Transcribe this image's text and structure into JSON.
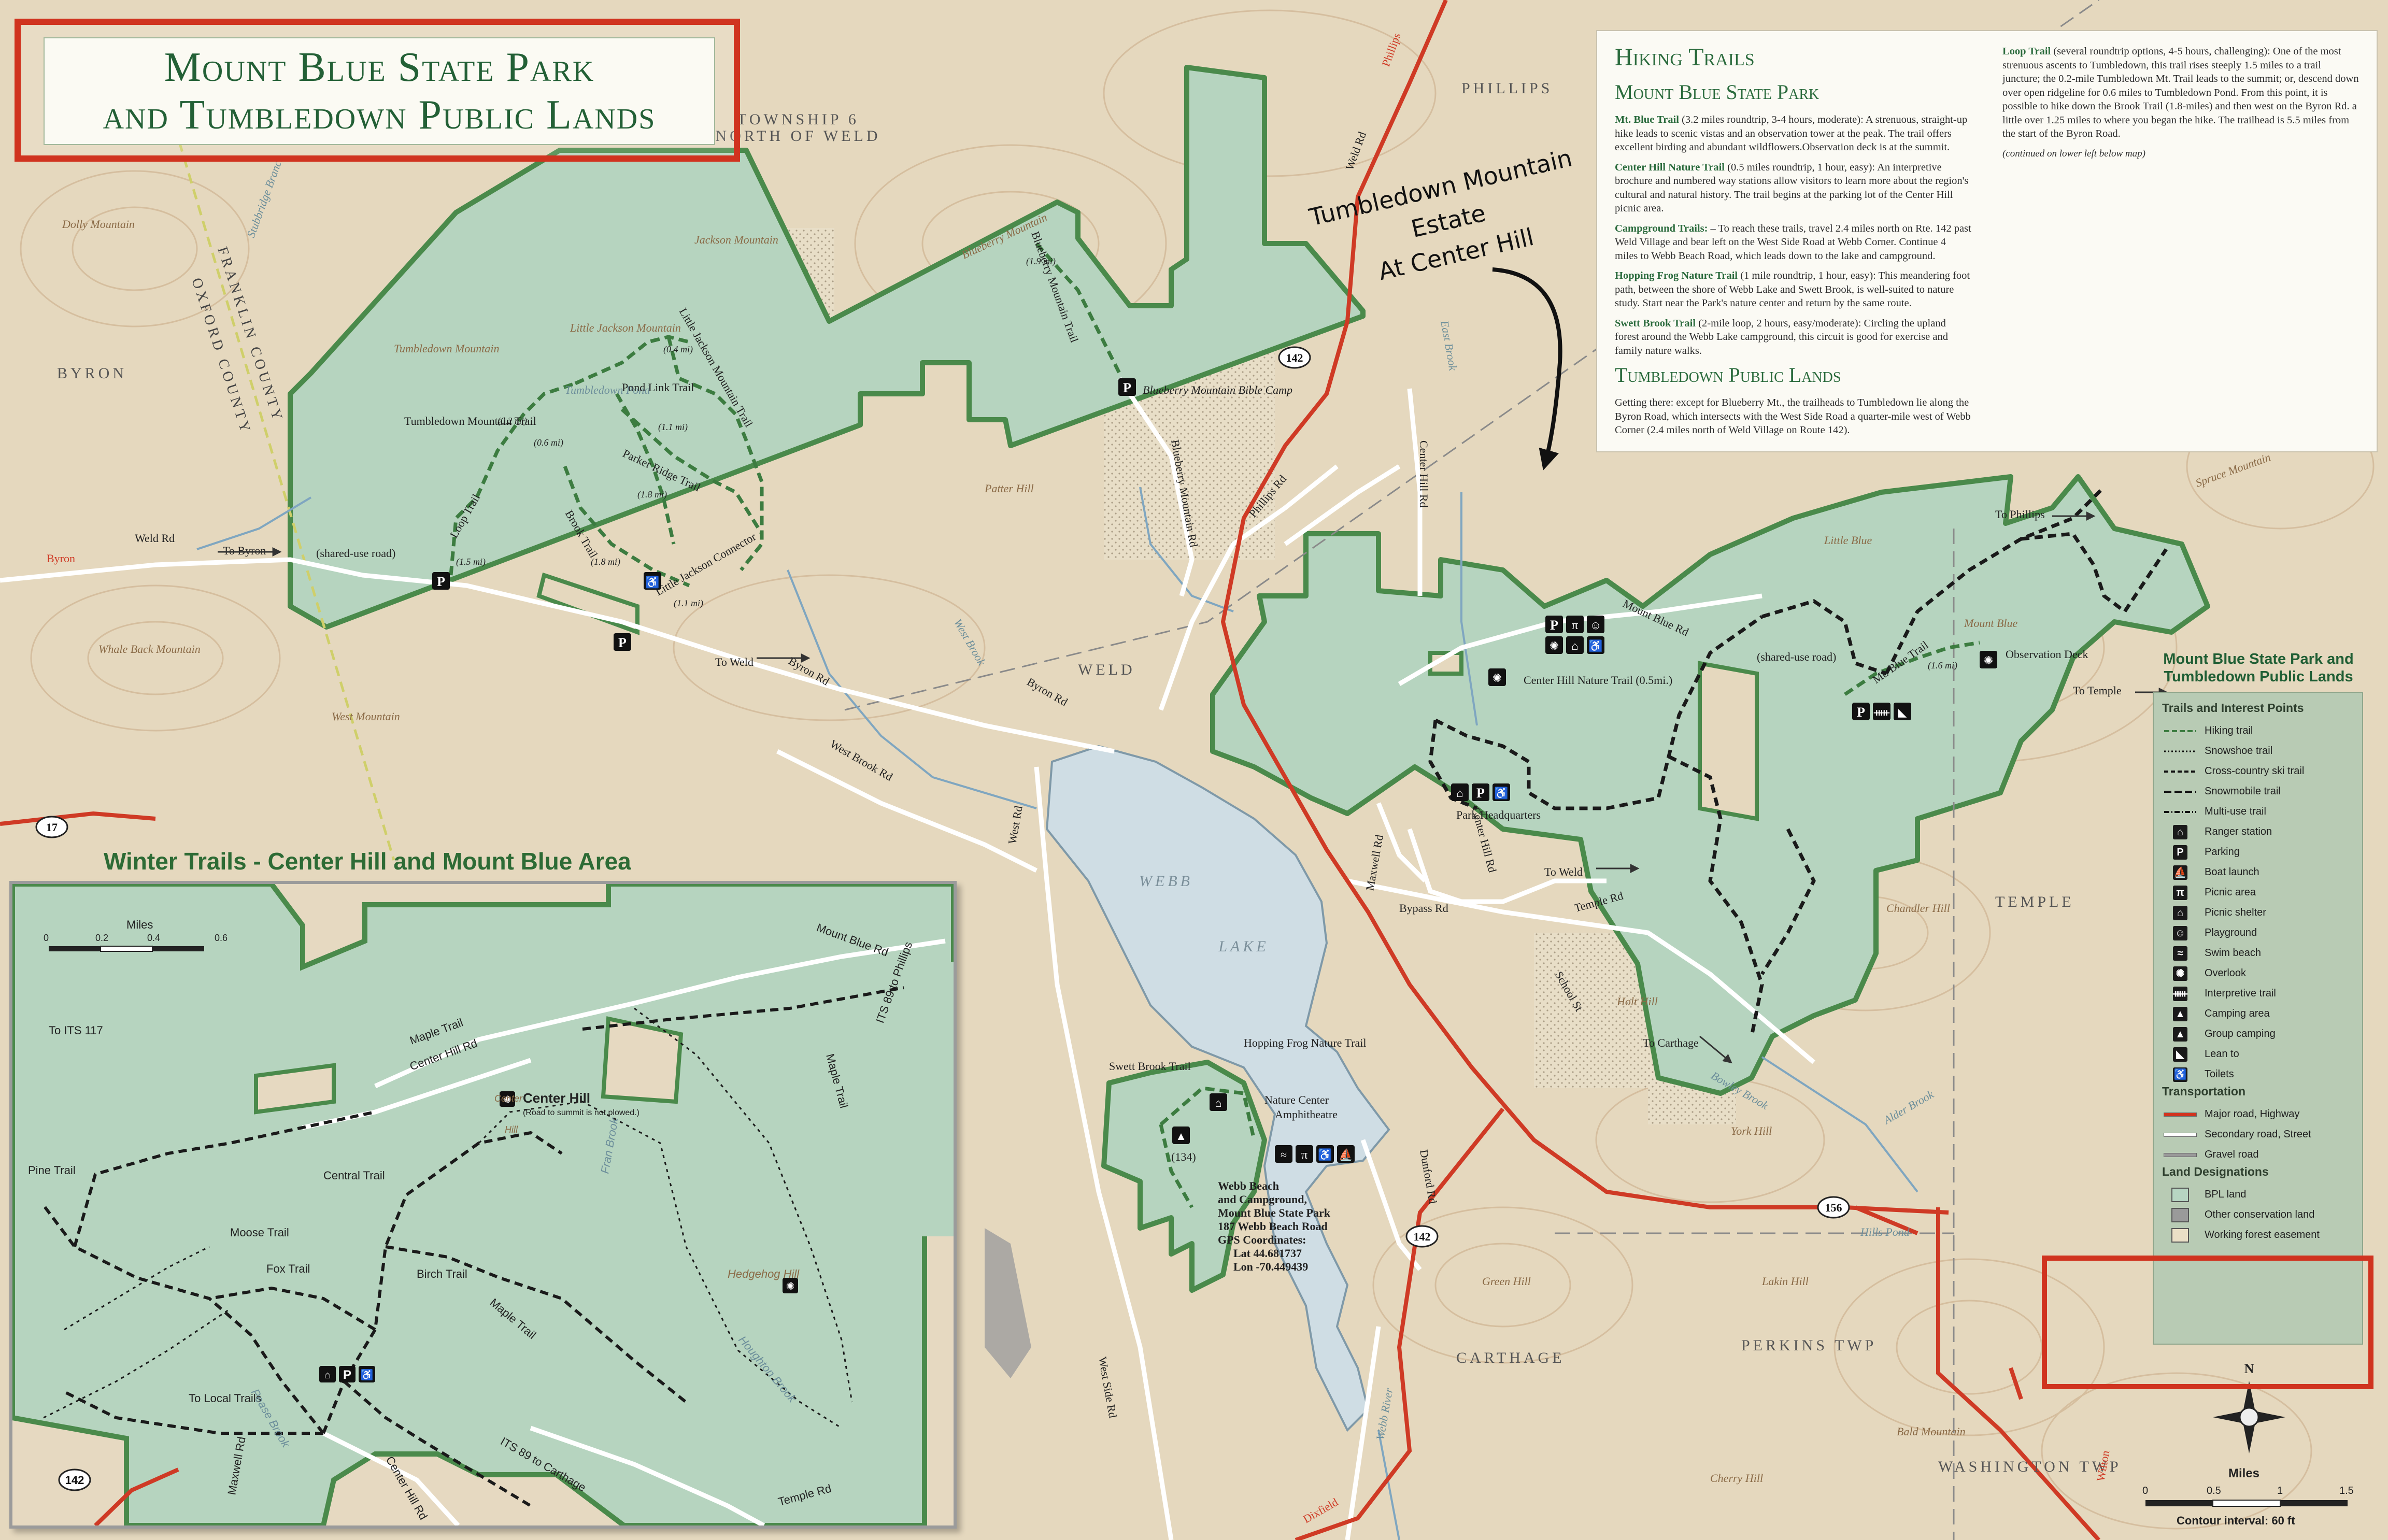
{
  "title": {
    "line1": "Mount Blue State Park",
    "line2": "and Tumbledown Public Lands"
  },
  "annotation": {
    "line1": "Tumbledown Mountain",
    "line2": "Estate",
    "line3": "At Center Hill"
  },
  "info": {
    "heading": "Hiking Trails",
    "mbsp_heading": "Mount Blue State Park",
    "tpl_heading": "Tumbledown Public Lands",
    "mt_blue_name": "Mt. Blue Trail",
    "mt_blue_text": " (3.2 miles roundtrip, 3-4 hours, moderate): A strenuous, straight-up hike leads to scenic vistas and an observation tower at the peak. The trail offers excellent birding and abundant wildflowers.Observation deck is at the summit.",
    "center_hill_name": "Center Hill Nature Trail",
    "center_hill_text": " (0.5 miles roundtrip, 1 hour, easy): An interpretive brochure and numbered way stations allow visitors to learn more about the region's cultural and natural history. The trail begins at the parking lot of the Center Hill picnic area.",
    "campground_name": "Campground Trails:",
    "campground_text": " – To reach these trails, travel 2.4 miles north on Rte. 142 past Weld Village and bear left on the West Side Road at Webb Corner. Continue 4 miles to Webb Beach Road, which leads down to the lake and campground.",
    "hopping_name": "Hopping Frog Nature Trail",
    "hopping_text": " (1 mile roundtrip, 1 hour, easy): This meandering foot path, between the shore of Webb Lake and Swett Brook, is well-suited to nature study. Start near the Park's nature center and return by the same route.",
    "swett_name": "Swett Brook Trail",
    "swett_text": " (2-mile loop, 2 hours, easy/moderate): Circling the upland forest around the Webb Lake campground, this circuit is good for exercise and family nature walks.",
    "getting_text": "Getting there: except for Blueberry Mt., the trailheads to Tumbledown lie along the Byron Road, which intersects with the West Side Road a quarter-mile west of Webb Corner (2.4 miles north of Weld Village on Route 142).",
    "loop_name": "Loop Trail",
    "loop_text": " (several roundtrip options, 4-5 hours, challenging): One of the most strenuous ascents to Tumbledown, this trail rises steeply 1.5 miles to a trail juncture; the 0.2-mile Tumbledown Mt. Trail leads to the summit; or, descend down over open ridgeline for 0.6 miles to Tumbledown Pond.  From this point, it is possible to hike down the Brook Trail (1.8-miles) and then west on the Byron Rd. a little over 1.25 miles to where you began the hike. The trailhead is 5.5 miles from the start of the Byron Road.",
    "continued": "(continued on lower left below map)"
  },
  "legend": {
    "title_line1": "Mount Blue State Park and",
    "title_line2": "Tumbledown Public Lands",
    "trails_heading": "Trails and Interest Points",
    "items": [
      {
        "label": "Hiking trail",
        "style": "green-dash"
      },
      {
        "label": "Snowshoe trail",
        "style": "dot"
      },
      {
        "label": "Cross-country ski trail",
        "style": "dash"
      },
      {
        "label": "Snowmobile trail",
        "style": "longdash"
      },
      {
        "label": "Multi-use trail",
        "style": "dashdot"
      },
      {
        "label": "Ranger station",
        "style": "icon",
        "glyph": "⌂"
      },
      {
        "label": "Parking",
        "style": "icon",
        "glyph": "P"
      },
      {
        "label": "Boat launch",
        "style": "icon",
        "glyph": "⛵"
      },
      {
        "label": "Picnic area",
        "style": "icon",
        "glyph": "π"
      },
      {
        "label": "Picnic shelter",
        "style": "icon",
        "glyph": "⌂"
      },
      {
        "label": "Playground",
        "style": "icon",
        "glyph": "☺"
      },
      {
        "label": "Swim beach",
        "style": "icon",
        "glyph": "≈"
      },
      {
        "label": "Overlook",
        "style": "icon",
        "glyph": "✺"
      },
      {
        "label": "Interpretive trail",
        "style": "icon",
        "glyph": "ᚔ"
      },
      {
        "label": "Camping area",
        "style": "icon",
        "glyph": "▲"
      },
      {
        "label": "Group camping",
        "style": "icon",
        "glyph": "▲"
      },
      {
        "label": "Lean to",
        "style": "icon",
        "glyph": "◣"
      },
      {
        "label": "Toilets",
        "style": "icon",
        "glyph": "♿"
      }
    ],
    "transport_heading": "Transportation",
    "transport": [
      {
        "label": "Major road, Highway",
        "color": "#d0331f"
      },
      {
        "label": "Secondary road, Street",
        "color": "#ffffff"
      },
      {
        "label": "Gravel road",
        "color": "#9a9a9a"
      }
    ],
    "land_heading": "Land Designations",
    "land": [
      {
        "label": "BPL land",
        "color": "#b7d5c2"
      },
      {
        "label": "Other conservation land",
        "color": "#9a9a9a"
      },
      {
        "label": "Working forest easement",
        "color": "#eadfc6"
      }
    ]
  },
  "scale": {
    "main_label": "Miles",
    "main_ticks": [
      "0",
      "0.5",
      "1",
      "1.5"
    ],
    "contour": "Contour interval: 60 ft",
    "inset_label": "Miles",
    "inset_ticks": [
      "0",
      "0.2",
      "0.4",
      "0.6"
    ],
    "north": "N"
  },
  "inset": {
    "title": "Winter  Trails - Center Hill and Mount Blue Area",
    "labels": {
      "mount_blue_rd": "Mount Blue Rd",
      "its89_phillips": "ITS 89 to Phillips",
      "its117": "To ITS 117",
      "maple_trail": "Maple Trail",
      "center_hill_rd": "Center Hill Rd",
      "center_hill": "Center Hill",
      "center_hill_note": "(Road to summit is not plowed.)",
      "pine_trail": "Pine Trail",
      "moose_trail": "Moose Trail",
      "central_trail": "Central Trail",
      "fox_trail": "Fox Trail",
      "birch_trail": "Birch Trail",
      "hedgehog_hill": "Hedgehog Hill",
      "to_local_trails": "To Local Trails",
      "maxwell_rd": "Maxwell Rd",
      "center_hill_rd2": "Center Hill Rd",
      "its89_carthage": "ITS 89 to Carthage",
      "temple_rd": "Temple Rd",
      "fran_brook": "Fran Brook",
      "houghton_brook": "Houghton Brook",
      "route142": "142",
      "center_label": "Center",
      "hill_label": "Hill",
      "pease_brook": "Pease Brook"
    }
  },
  "places": {
    "township6": "TOWNSHIP 6",
    "north_of_weld": "NORTH OF WELD",
    "phillips": "PHILLIPS",
    "byron": "BYRON",
    "weld": "WELD",
    "temple": "TEMPLE",
    "carthage": "CARTHAGE",
    "perkins": "PERKINS TWP",
    "washington": "WASHINGTON TWP",
    "franklin": "FRANKLIN COUNTY",
    "oxford": "OXFORD COUNTY",
    "webb": "WEBB",
    "lake": "LAKE"
  },
  "labels": {
    "blueberry_mountain": "Blueberry Mountain",
    "blueberry_trail": "Blueberry Mountain Trail",
    "blueberry_camp": "Blueberry Mountain Bible Camp",
    "blueberry_rd": "Blueberry Mountain Rd",
    "jackson_mtn": "Jackson Mountain",
    "little_jackson": "Little Jackson Mountain",
    "tumbledown_mtn": "Tumbledown Mountain",
    "tumbledown_pond": "Tumbledown Pond",
    "tumbledown_trail": "Tumbledown Mountain Trail",
    "little_jackson_trail": "Little Jackson Mountain Trail",
    "pond_link": "Pond Link Trail",
    "parker_ridge": "Parker Ridge Trail",
    "brook_trail": "Brook Trail",
    "loop_trail": "Loop Trail",
    "lj_connector": "Little Jackson Connector",
    "stubbridge": "Stubbridge Branch",
    "dolly_mtn": "Dolly Mountain",
    "whale_back": "Whale Back Mountain",
    "west_mtn": "West Mountain",
    "patter_hill": "Patter Hill",
    "weld_rd": "Weld Rd",
    "to_byron": "To Byron",
    "byron_arrow": "Byron",
    "shared_use": "(shared-use road)",
    "to_weld": "To Weld",
    "byron_rd": "Byron Rd",
    "byron_rd2": "Byron Rd",
    "west_brook_rd": "West Brook Rd",
    "west_brook": "West Brook",
    "west_rd": "West Rd",
    "phillips_rd": "Phillips Rd",
    "weld_rd2": "Weld Rd",
    "phillips_arrow": "Phillips",
    "center_hill_rd": "Center Hill Rd",
    "east_brook": "East Brook",
    "route142a": "142",
    "route142b": "142",
    "route156": "156",
    "route17": "17",
    "mount_blue_rd": "Mount Blue Rd",
    "shared_use2": "(shared-use road)",
    "center_hill_nature": "Center Hill Nature Trail (0.5mi.)",
    "park_hq": "Park Headquarters",
    "mt_blue_trail": "Mt. Blue Trail",
    "mount_blue": "Mount Blue",
    "observation": "Observation Deck",
    "to_phillips": "To Phillips",
    "to_temple": "To Temple",
    "to_weld2": "To Weld",
    "temple_rd": "Temple Rd",
    "bypass_rd": "Bypass Rd",
    "center_hill_rd2": "Center Hill Rd",
    "maxwell_rd": "Maxwell Rd",
    "school_st": "School St",
    "bowley_brook": "Bowley Brook",
    "to_carthage": "To Carthage",
    "chandler_hill": "Chandler Hill",
    "holt_hill": "Holt Hill",
    "york_hill": "York Hill",
    "alder_brook": "Alder Brook",
    "little_blue": "Little Blue",
    "spruce_mountain": "Spruce Mountain",
    "swett_brook_trail": "Swett Brook Trail",
    "hopping_frog": "Hopping Frog Nature Trail",
    "nature_center": "Nature Center",
    "amphitheatre": "Amphitheatre",
    "webb_beach": "Webb Beach",
    "campground": "and Campground,",
    "mbsp": "Mount Blue State Park",
    "address": "187 Webb Beach Road",
    "gps": "GPS Coordinates:",
    "lat": "Lat 44.681737",
    "lon": "Lon -70.449439",
    "sites134": "(134)",
    "dunford_rd": "Dunford Rd",
    "west_side_rd": "West Side Rd",
    "webb_river": "Webb River",
    "dixfield": "Dixfield",
    "hills_pond": "Hills Pond",
    "lakin_hill": "Lakin Hill",
    "green_hill": "Green Hill",
    "cherry_hill": "Cherry Hill",
    "bald_mtn": "Bald Mountain",
    "wilton": "Wilton"
  },
  "distances": {
    "d04": "(0.4 mi)",
    "d02": "(0.2 mi)",
    "d06": "(0.6 mi)",
    "d11": "(1.1 mi)",
    "d18": "(1.8 mi)",
    "d18b": "(1.8 mi)",
    "d15": "(1.5 mi)",
    "d11b": "(1.1 mi)",
    "d19": "(1.9 mi)",
    "d16": "(1.6 mi)"
  }
}
